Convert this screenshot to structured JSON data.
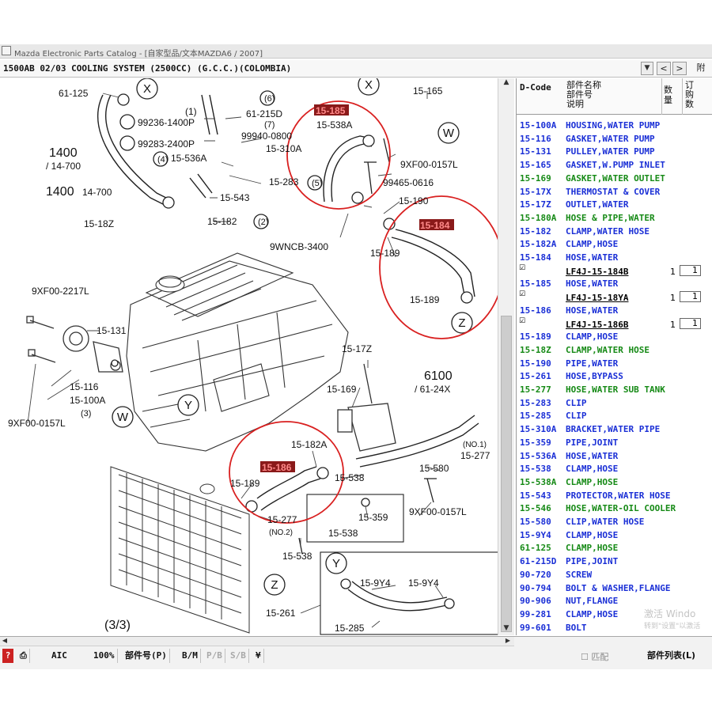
{
  "window": {
    "title": "Mazda Electronic Parts Catalog - [自家型品/文本MAZDA6 / 2007]"
  },
  "header": {
    "title": "1500AB 02/03 COOLING SYSTEM (2500CC) (G.C.C.)(COLOMBIA)",
    "dropdown_glyph": "▼",
    "back_label": "<",
    "forward_label": ">",
    "right_label": "附"
  },
  "diagram": {
    "ref_labels": {
      "r61125": "61-125",
      "r99236": "99236-1400P",
      "r99283": "99283-2400P",
      "r1400a": "1400",
      "r14700a": "/ 14-700",
      "r1400b": "1400",
      "r14700b": "14-700",
      "r1518z": "15-18Z",
      "r1": "(1)",
      "r61215d": "61-215D",
      "r6": "(6)",
      "r7": "(7)",
      "r99940": "99940-0800",
      "r15310a": "15-310A",
      "r4": "(4)",
      "r15536a": "15-536A",
      "r15283": "15-283",
      "r15543": "15-543",
      "r15182": "15-182",
      "r2": "(2)",
      "r15185": "15-185",
      "r15538a": "15-538A",
      "r5": "(5)",
      "r9wncb": "9WNCB-3400",
      "r15165": "15-165",
      "r9xf00a": "9XF00-0157L",
      "r99465": "99465-0616",
      "r15190": "15-190",
      "r15184": "15-184",
      "r15189a": "15-189",
      "r15189b": "15-189",
      "r9xf00b": "9XF00-2217L",
      "r15131": "15-131",
      "r15116": "15-116",
      "r15100a": "15-100A",
      "r9xf00c": "9XF00-0157L",
      "r3": "(3)",
      "r1517z": "15-17Z",
      "r15169": "15-169",
      "r6100": "6100",
      "r6124x": "/ 61-24X",
      "r15182a": "15-182A",
      "r15186": "15-186",
      "r15189c": "15-189",
      "r15277a": "15-277",
      "r15538": "15-538",
      "r15580": "15-580",
      "r15277b": "15-277",
      "r9xf00d": "9XF00-0157L",
      "r15359": "15-359",
      "r15538b": "15-538",
      "r15538c": "15-538",
      "rno1": "(NO.1)",
      "rno2": "(NO.2)",
      "r159y4a": "15-9Y4",
      "r159y4b": "15-9Y4",
      "r15261": "15-261",
      "r15285": "15-285",
      "r33": "(3/3)"
    },
    "callouts": {
      "x": "X",
      "w": "W",
      "y": "Y",
      "z": "Z"
    }
  },
  "parts_list": {
    "headers": {
      "code": "D-Code",
      "name1": "部件名称",
      "name2": "部件号",
      "name3": "说明",
      "qty1": "数",
      "qty2": "量",
      "ord1": "订",
      "ord2": "购",
      "ord3": "数"
    },
    "rows": [
      {
        "code": "15-100A",
        "name": "HOUSING,WATER PUMP"
      },
      {
        "code": "15-116",
        "name": "GASKET,WATER PUMP"
      },
      {
        "code": "15-131",
        "name": "PULLEY,WATER PUMP"
      },
      {
        "code": "15-165",
        "name": "GASKET,W.PUMP INLET"
      },
      {
        "code": "15-169",
        "name": "GASKET,WATER OUTLET"
      },
      {
        "code": "15-17X",
        "name": "THERMOSTAT & COVER"
      },
      {
        "code": "15-17Z",
        "name": "OUTLET,WATER"
      },
      {
        "code": "15-180A",
        "name": "HOSE & PIPE,WATER"
      },
      {
        "code": "15-182",
        "name": "CLAMP,WATER HOSE"
      },
      {
        "code": "15-182A",
        "name": "CLAMP,HOSE"
      },
      {
        "code": "15-184",
        "name": "HOSE,WATER"
      },
      {
        "code": "15-185",
        "name": "HOSE,WATER"
      },
      {
        "code": "15-186",
        "name": "HOSE,WATER"
      },
      {
        "code": "15-189",
        "name": "CLAMP,HOSE"
      },
      {
        "code": "15-18Z",
        "name": "CLAMP,WATER HOSE"
      },
      {
        "code": "15-190",
        "name": "PIPE,WATER"
      },
      {
        "code": "15-261",
        "name": "HOSE,BYPASS"
      },
      {
        "code": "15-277",
        "name": "HOSE,WATER SUB TANK"
      },
      {
        "code": "15-283",
        "name": "CLIP"
      },
      {
        "code": "15-285",
        "name": "CLIP"
      },
      {
        "code": "15-310A",
        "name": "BRACKET,WATER PIPE"
      },
      {
        "code": "15-359",
        "name": "PIPE,JOINT"
      },
      {
        "code": "15-536A",
        "name": "HOSE,WATER"
      },
      {
        "code": "15-538",
        "name": "CLAMP,HOSE"
      },
      {
        "code": "15-538A",
        "name": "CLAMP,HOSE"
      },
      {
        "code": "15-543",
        "name": "PROTECTOR,WATER HOSE"
      },
      {
        "code": "15-546",
        "name": "HOSE,WATER-OIL COOLER"
      },
      {
        "code": "15-580",
        "name": "CLIP,WATER HOSE"
      },
      {
        "code": "15-9Y4",
        "name": "CLAMP,HOSE"
      },
      {
        "code": "61-125",
        "name": "CLAMP,HOSE"
      },
      {
        "code": "61-215D",
        "name": "PIPE,JOINT"
      },
      {
        "code": "90-720",
        "name": "SCREW"
      },
      {
        "code": "90-794",
        "name": "BOLT & WASHER,FLANGE"
      },
      {
        "code": "90-906",
        "name": "NUT,FLANGE"
      },
      {
        "code": "99-281",
        "name": "CLAMP,HOSE"
      },
      {
        "code": "99-601",
        "name": "BOLT"
      }
    ],
    "subrows": {
      "s184": {
        "part_no": "LF4J-15-184B",
        "qty": "1",
        "order": "1"
      },
      "s185": {
        "part_no": "LF4J-15-18YA",
        "qty": "1",
        "order": "1"
      },
      "s186": {
        "part_no": "LF4J-15-186B",
        "qty": "1",
        "order": "1"
      }
    }
  },
  "watermark": {
    "line1": "激活 Windo",
    "line2": "转到\"设置\"以激活"
  },
  "toolbar": {
    "help": "?",
    "print_icon": "⎙",
    "aic": "AIC",
    "zoom": "100%",
    "part_no_btn": "部件号(P)",
    "bm": "B/M",
    "pb": "P/B",
    "sb": "S/B",
    "extra": "¥"
  },
  "bottom_right": {
    "match_label": "匹配",
    "list_btn": "部件列表(L)"
  },
  "colors": {
    "blue_text": "#1a2fd6",
    "green_text": "#168a16",
    "callout_red": "#d92020",
    "highlight_bg": "#8a1a1a"
  }
}
